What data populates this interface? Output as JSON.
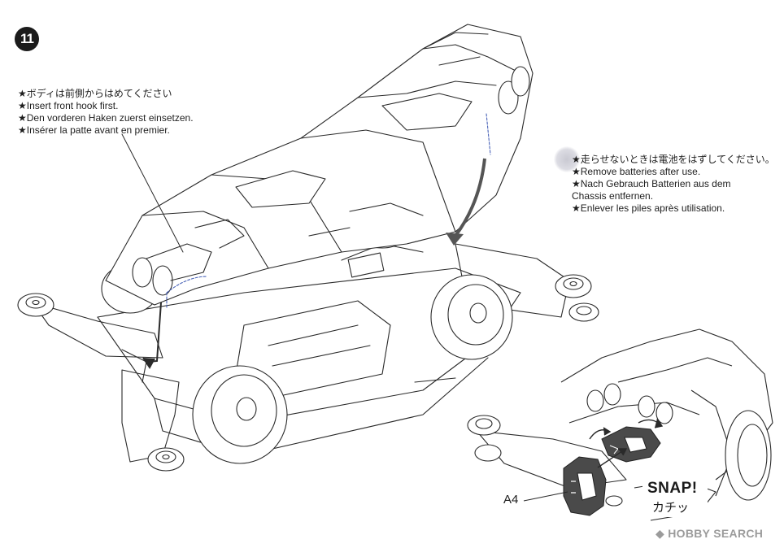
{
  "step": {
    "number": "11"
  },
  "notes": {
    "front_hook": [
      "★ボディは前側からはめてください",
      "★Insert front hook first.",
      "★Den vorderen Haken zuerst einsetzen.",
      "★Insérer la patte avant en premier."
    ],
    "batteries": [
      "★走らせないときは電池をはずしてください。",
      "★Remove batteries after use.",
      "★Nach Gebrauch Batterien aus dem",
      "Chassis entfernen.",
      "★Enlever les piles après utilisation."
    ]
  },
  "part": {
    "label": "A4"
  },
  "snap": {
    "text": "SNAP!",
    "sub": "カチッ"
  },
  "watermark": {
    "text": "HOBBY SEARCH"
  },
  "colors": {
    "ink": "#1a1a1a",
    "part_fill": "#4a4a4a",
    "watermark": "#9b9b9b"
  }
}
